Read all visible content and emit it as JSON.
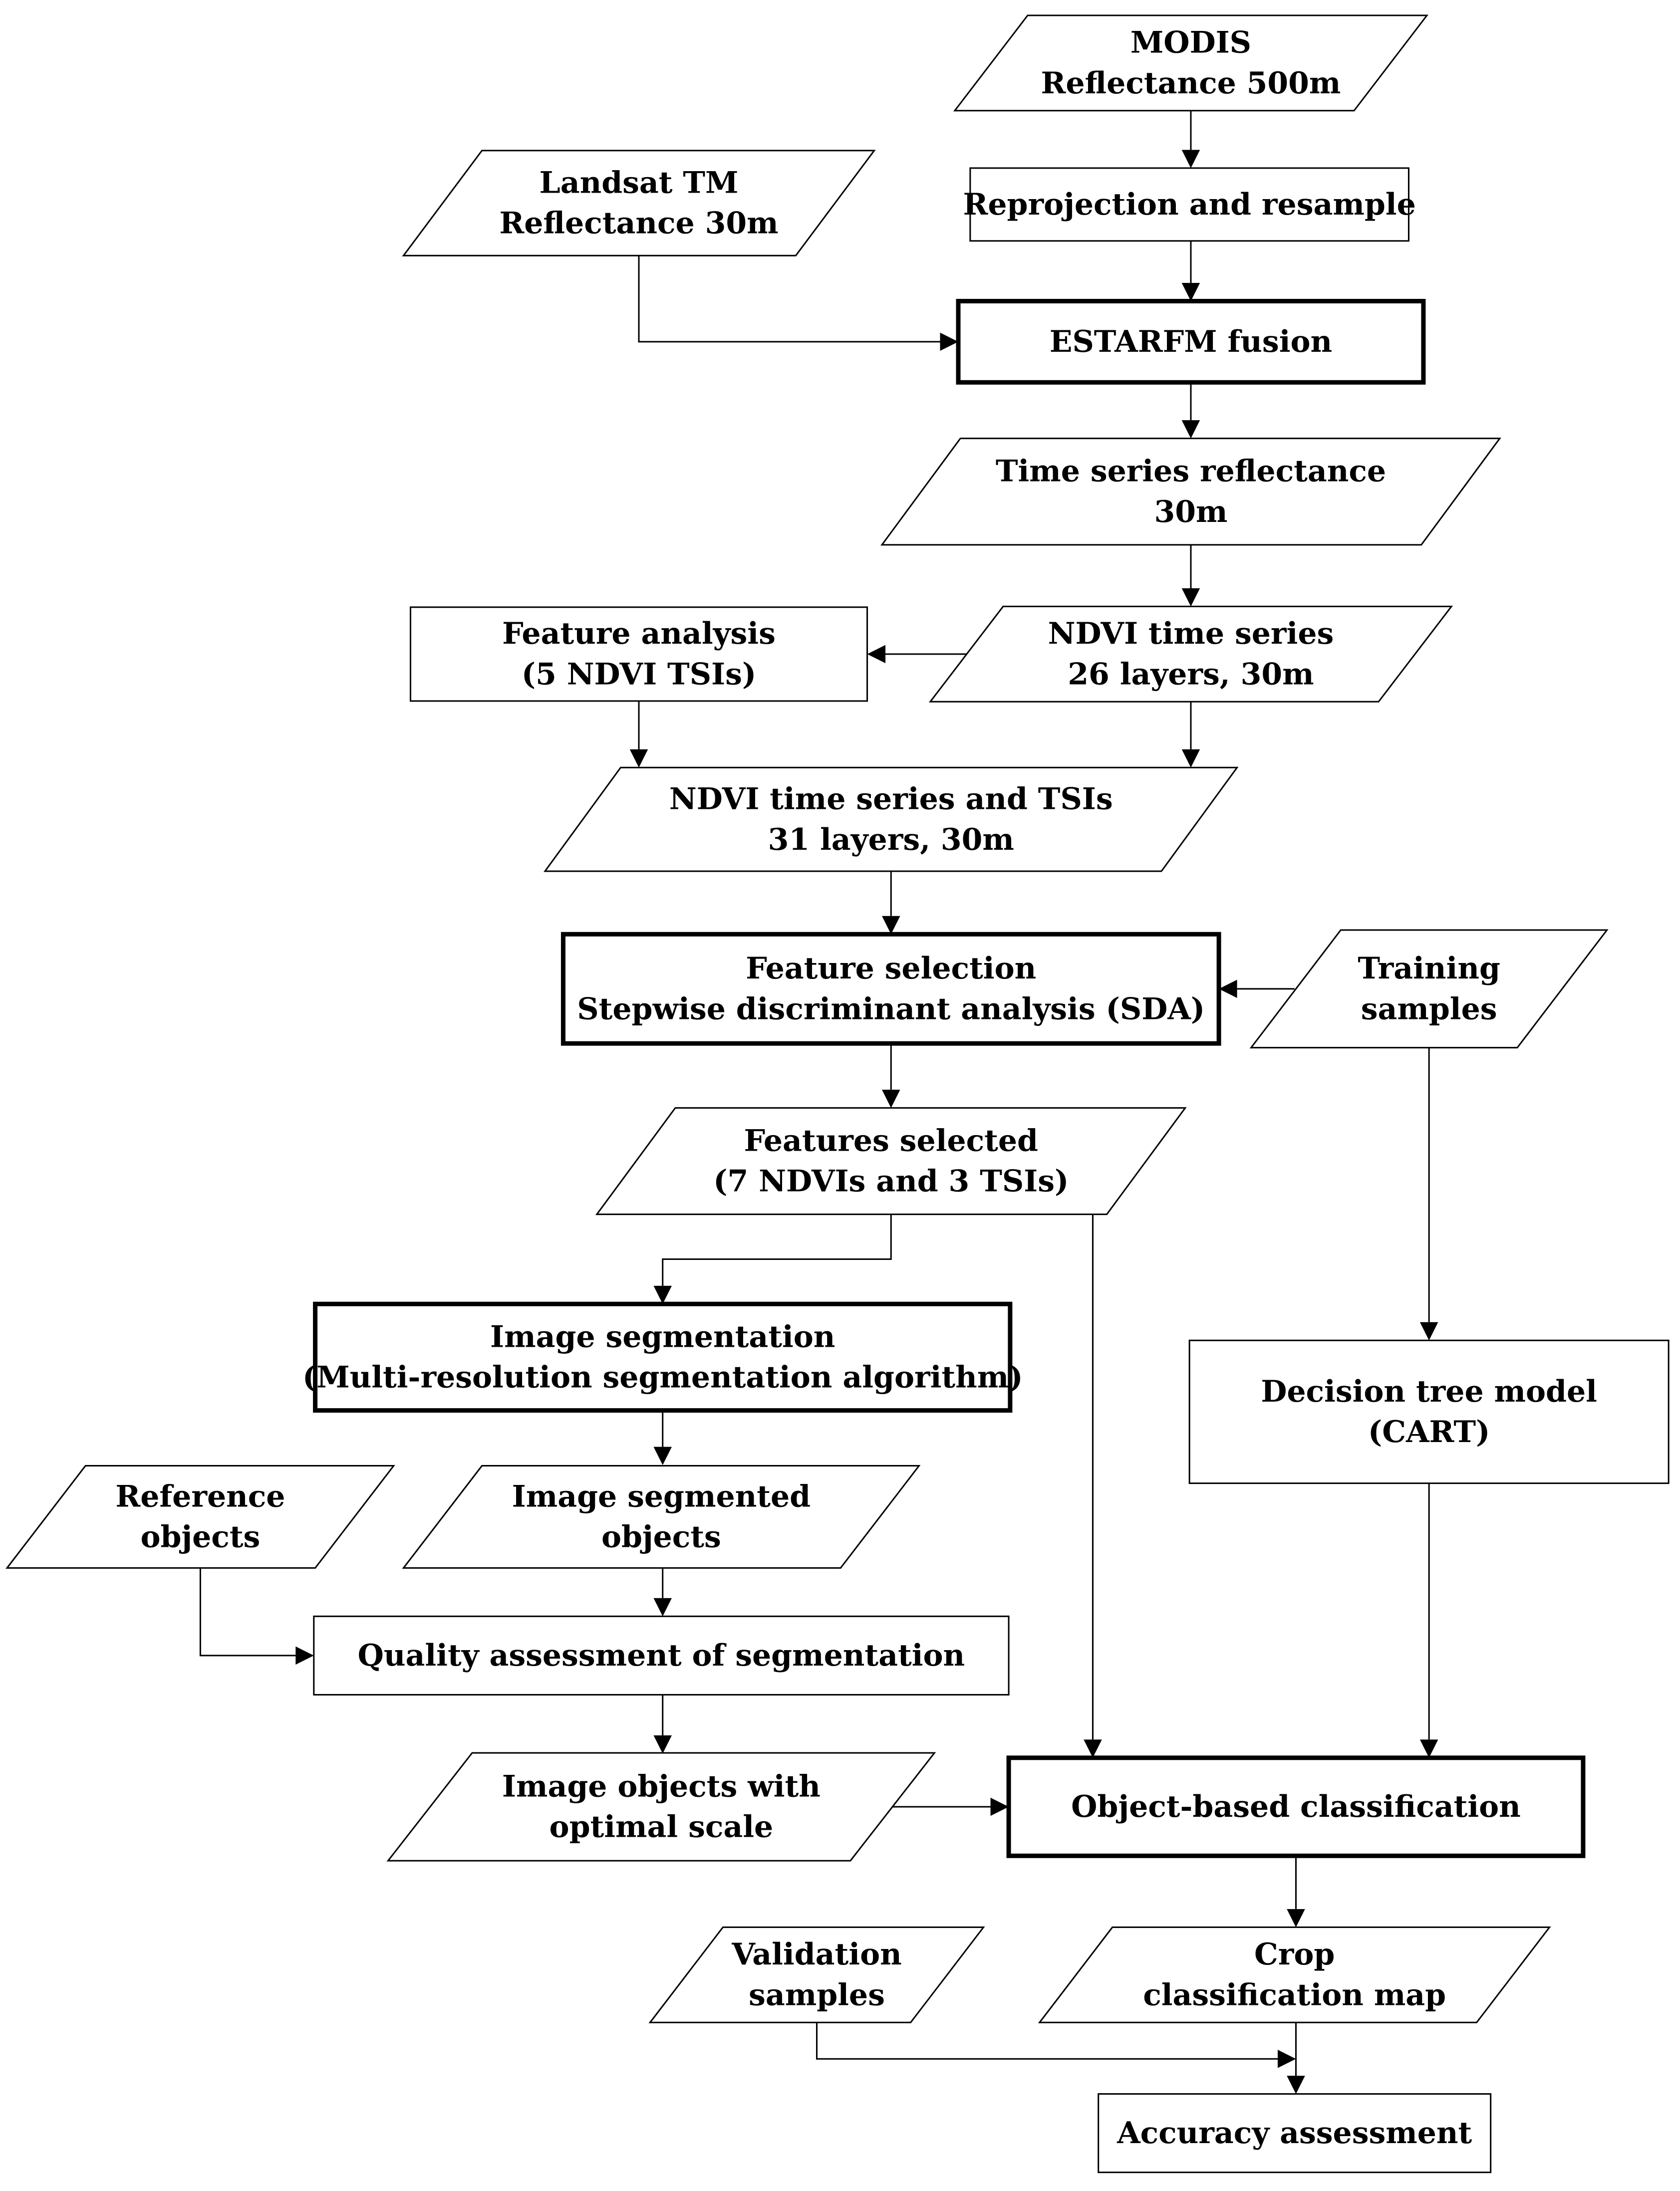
{
  "nodes": [
    {
      "id": "modis",
      "lines": [
        "MODIS",
        "Reflectance 500m"
      ]
    },
    {
      "id": "reproj",
      "lines": [
        "Reprojection and resample"
      ]
    },
    {
      "id": "landsat",
      "lines": [
        "Landsat TM",
        "Reflectance 30m"
      ]
    },
    {
      "id": "estarfm",
      "lines": [
        "ESTARFM fusion"
      ]
    },
    {
      "id": "timeseries",
      "lines": [
        "Time series reflectance",
        "30m"
      ]
    },
    {
      "id": "ndvi",
      "lines": [
        "NDVI time series",
        "26 layers, 30m"
      ]
    },
    {
      "id": "feature_analysis",
      "lines": [
        "Feature analysis",
        "(5 NDVI TSIs)"
      ]
    },
    {
      "id": "ndvi_tsi",
      "lines": [
        "NDVI time series and TSIs",
        "31 layers, 30m"
      ]
    },
    {
      "id": "feature_selection",
      "lines": [
        "Feature  selection",
        "Stepwise discriminant analysis (SDA)"
      ]
    },
    {
      "id": "training",
      "lines": [
        "Training",
        "samples"
      ]
    },
    {
      "id": "features_selected",
      "lines": [
        "Features selected",
        "(7 NDVIs and 3 TSIs)"
      ]
    },
    {
      "id": "segmentation",
      "lines": [
        "Image segmentation",
        "(Multi-resolution segmentation algorithm)"
      ]
    },
    {
      "id": "decision_tree",
      "lines": [
        "Decision tree model",
        "(CART)"
      ]
    },
    {
      "id": "reference",
      "lines": [
        "Reference",
        "objects"
      ]
    },
    {
      "id": "segmented",
      "lines": [
        "Image segmented",
        "objects"
      ]
    },
    {
      "id": "quality",
      "lines": [
        "Quality assessment of segmentation"
      ]
    },
    {
      "id": "optimal",
      "lines": [
        "Image objects with",
        "optimal scale"
      ]
    },
    {
      "id": "obc",
      "lines": [
        "Object-based classification"
      ]
    },
    {
      "id": "validation",
      "lines": [
        "Validation",
        "samples"
      ]
    },
    {
      "id": "cropmap",
      "lines": [
        "Crop",
        "classification map"
      ]
    },
    {
      "id": "accuracy",
      "lines": [
        "Accuracy assessment"
      ]
    }
  ],
  "edges": [
    {
      "from": "modis",
      "to": "reproj"
    },
    {
      "from": "reproj",
      "to": "estarfm"
    },
    {
      "from": "landsat",
      "to": "estarfm"
    },
    {
      "from": "estarfm",
      "to": "timeseries"
    },
    {
      "from": "timeseries",
      "to": "ndvi"
    },
    {
      "from": "ndvi",
      "to": "feature_analysis"
    },
    {
      "from": "ndvi",
      "to": "ndvi_tsi"
    },
    {
      "from": "feature_analysis",
      "to": "ndvi_tsi"
    },
    {
      "from": "ndvi_tsi",
      "to": "feature_selection"
    },
    {
      "from": "training",
      "to": "feature_selection"
    },
    {
      "from": "feature_selection",
      "to": "features_selected"
    },
    {
      "from": "features_selected",
      "to": "segmentation"
    },
    {
      "from": "features_selected",
      "to": "obc"
    },
    {
      "from": "training",
      "to": "decision_tree"
    },
    {
      "from": "segmentation",
      "to": "segmented"
    },
    {
      "from": "segmented",
      "to": "quality"
    },
    {
      "from": "reference",
      "to": "quality"
    },
    {
      "from": "quality",
      "to": "optimal"
    },
    {
      "from": "optimal",
      "to": "obc"
    },
    {
      "from": "decision_tree",
      "to": "obc"
    },
    {
      "from": "obc",
      "to": "cropmap"
    },
    {
      "from": "cropmap",
      "to": "accuracy"
    },
    {
      "from": "validation",
      "to": "accuracy"
    }
  ]
}
